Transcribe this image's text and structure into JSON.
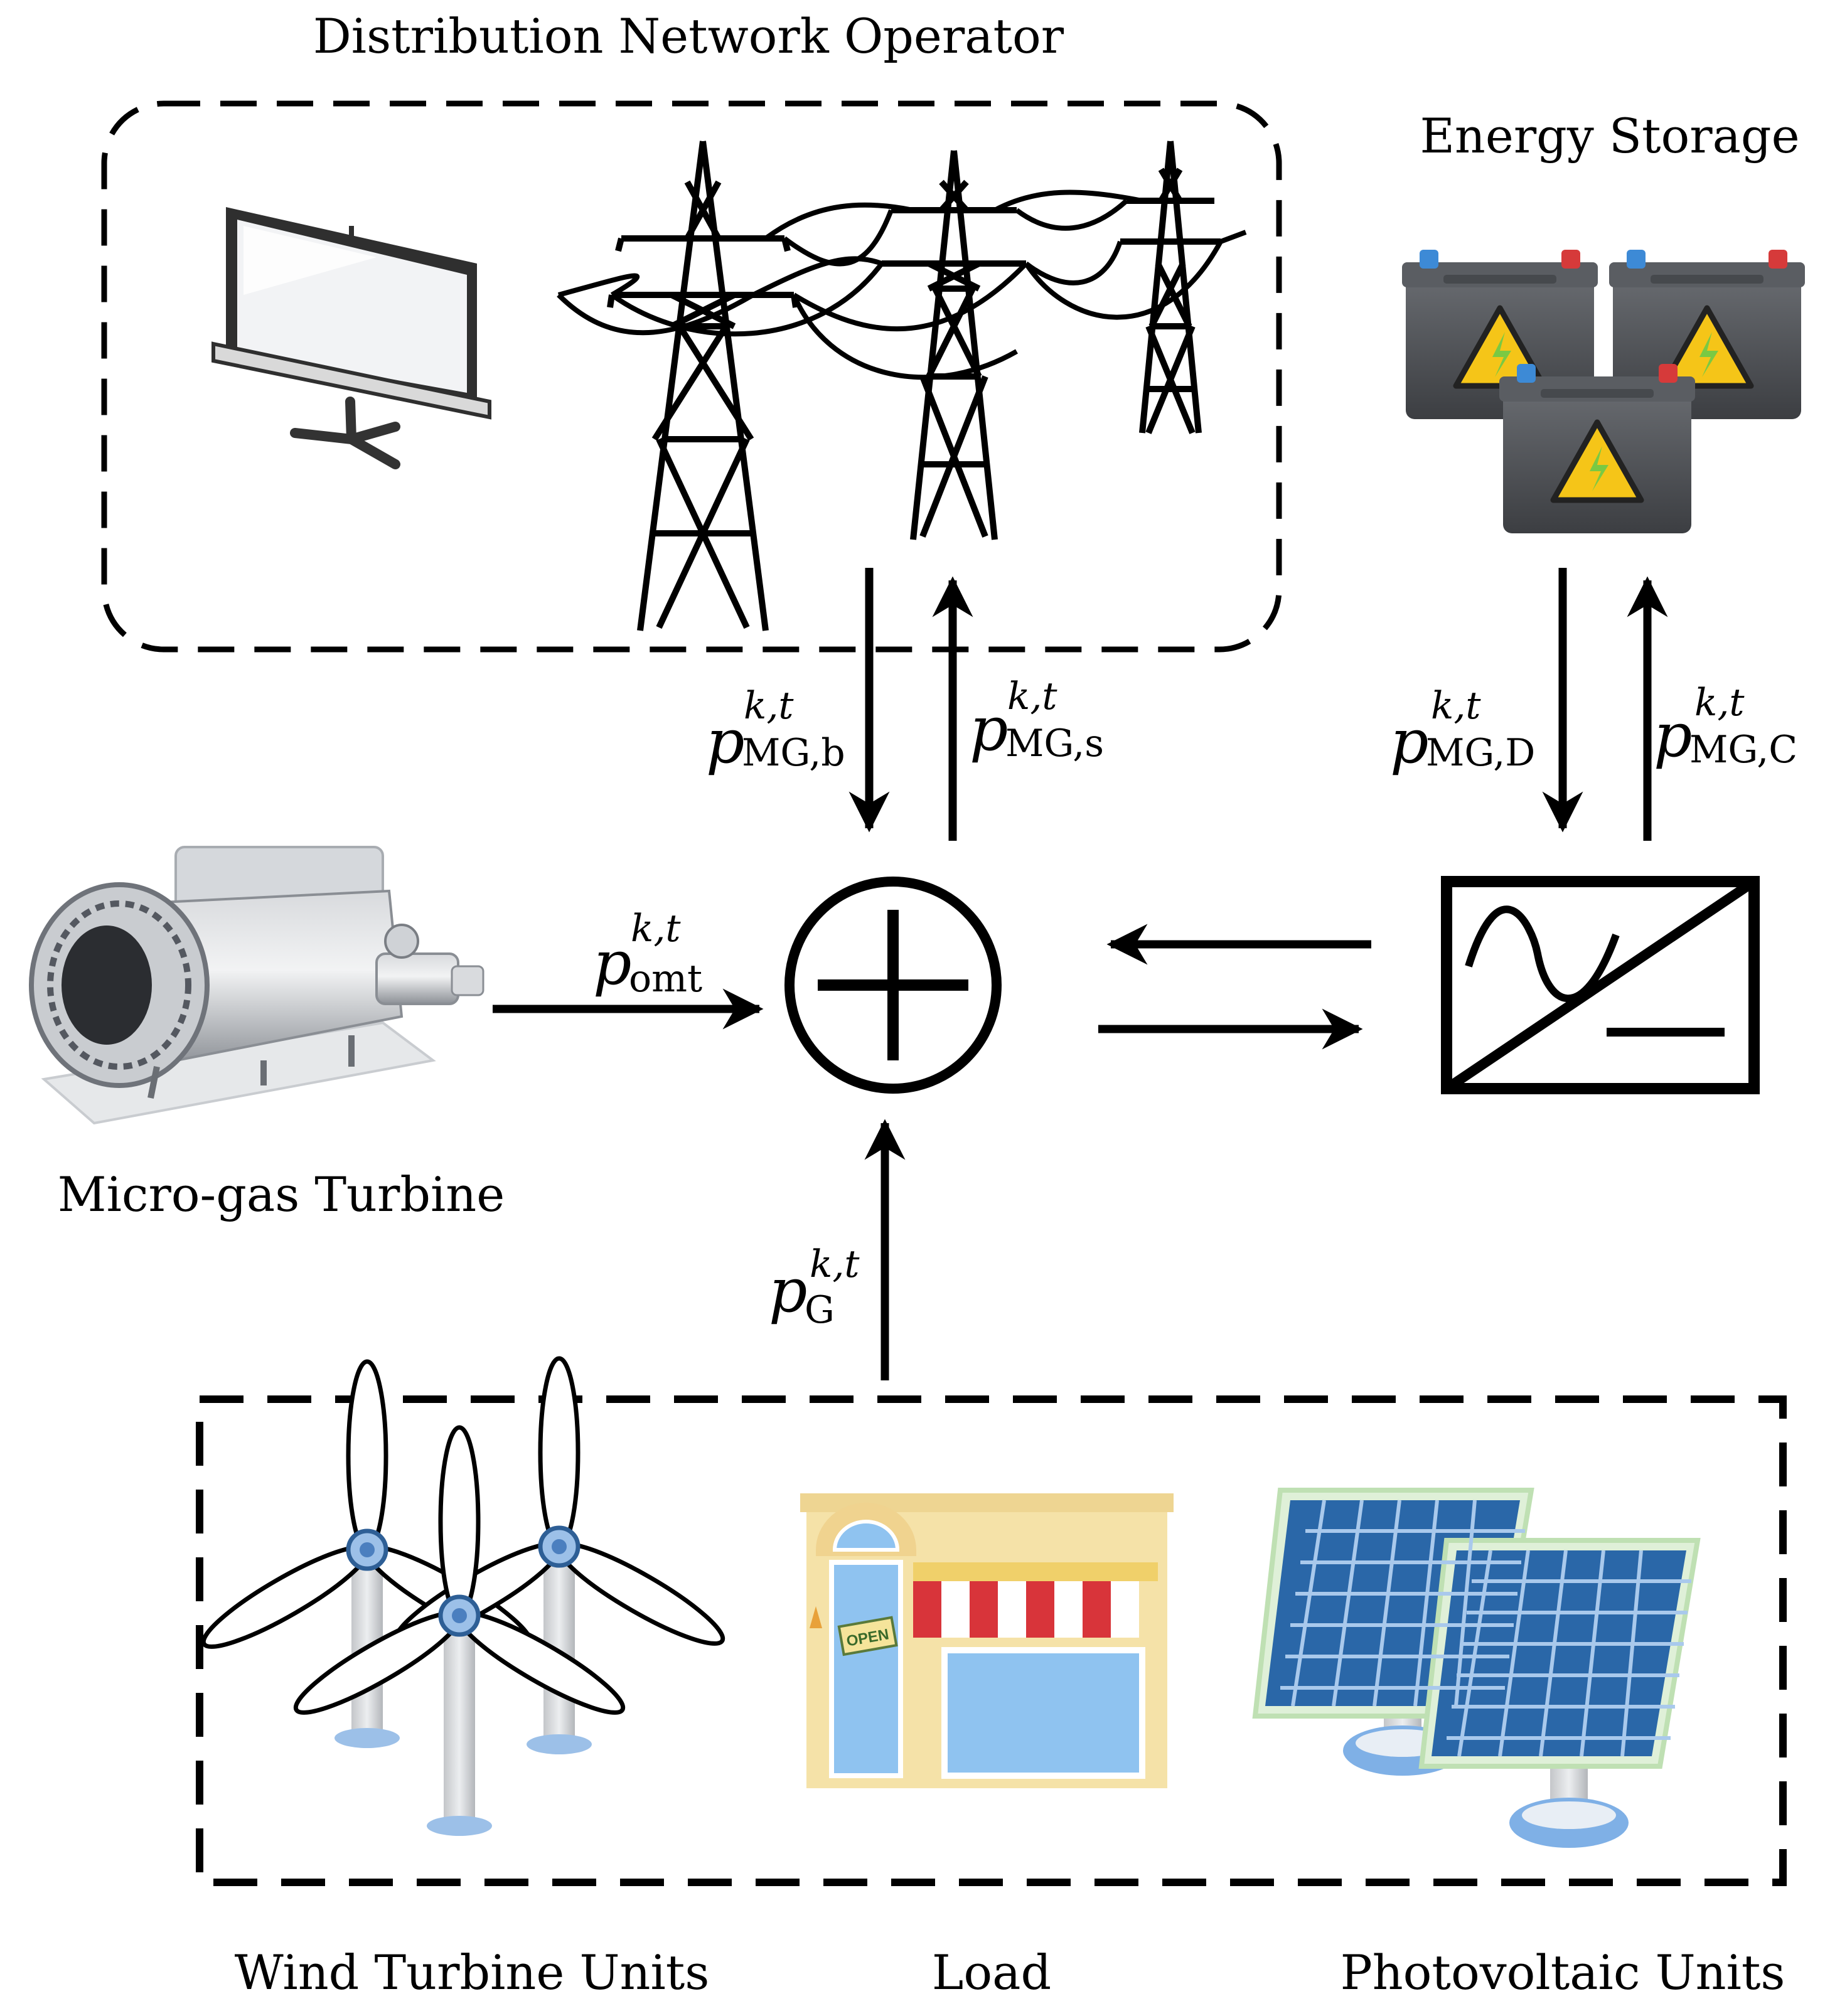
{
  "labels": {
    "distribution_network_operator": "Distribution Network Operator",
    "energy_storage": "Energy Storage",
    "micro_gas_turbine": "Micro-gas Turbine",
    "wind_turbine_units": "Wind Turbine Units",
    "load": "Load",
    "photovoltaic_units": "Photovoltaic Units"
  },
  "flows": {
    "buy": {
      "sym": "p",
      "sup": "k,t",
      "sub": "MG,b"
    },
    "sell": {
      "sym": "p",
      "sup": "k,t",
      "sub": "MG,s"
    },
    "discharge": {
      "sym": "p",
      "sup": "k,t",
      "sub": "MG,D"
    },
    "charge": {
      "sym": "p",
      "sup": "k,t",
      "sub": "MG,C"
    },
    "omt": {
      "sym": "p",
      "sup": "k,t",
      "sub": "omt"
    },
    "gen": {
      "sym": "p",
      "sup": "k,t",
      "sub": "G"
    }
  },
  "icons": {
    "screen": "presentation-screen-icon",
    "towers": "transmission-tower-icon",
    "battery": "battery-icon",
    "turbine": "micro-gas-turbine-icon",
    "converter": "ac-dc-converter-icon",
    "bus": "summing-junction-icon",
    "wind": "wind-turbine-icon",
    "shop": "shop-load-icon",
    "solar": "solar-panel-icon"
  },
  "shop_sign": "OPEN"
}
